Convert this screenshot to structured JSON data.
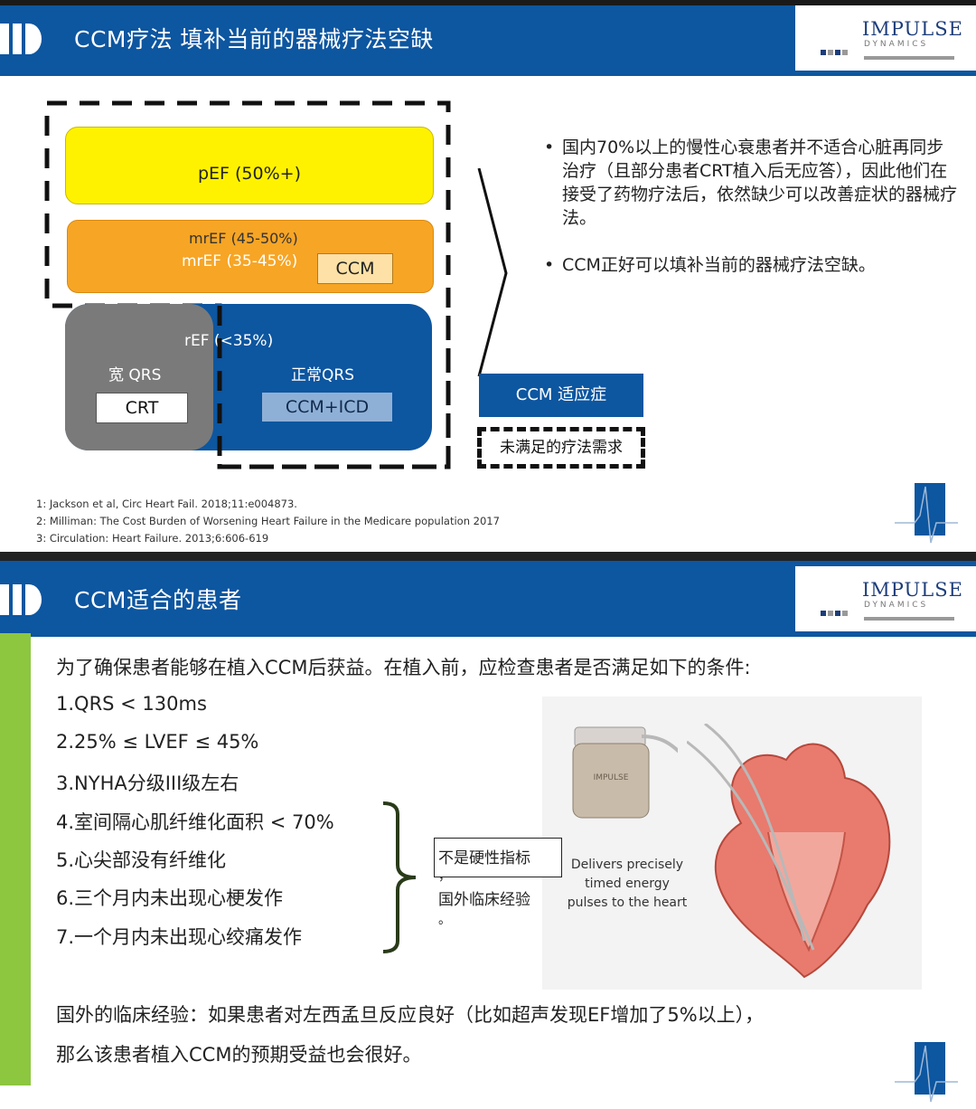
{
  "slide1": {
    "title": "CCM疗法 填补当前的器械疗法空缺",
    "logo": {
      "word": "IMPULSE",
      "sub": "DYNAMICS"
    },
    "pef": "pEF (50%+)",
    "mref_line1": "mrEF (45-50%)",
    "mref_line2": "mrEF (35-45%)",
    "ccm_box": "CCM",
    "ref": "rEF (<35%)",
    "wide_qrs": "宽 QRS",
    "crt": "CRT",
    "normal_qrs": "正常QRS",
    "ccm_icd": "CCM+ICD",
    "bullets": [
      "国内70%以上的慢性心衰患者并不适合心脏再同步治疗（且部分患者CRT植入后无应答），因此他们在接受了药物疗法后，依然缺少可以改善症状的器械疗法。",
      "CCM正好可以填补当前的器械疗法空缺。"
    ],
    "ccm_indication": "CCM 适应症",
    "unmet_need": "未满足的疗法需求",
    "references": [
      "1: Jackson et al, Circ Heart Fail. 2018;11:e004873.",
      "2: Milliman: The Cost Burden of Worsening Heart Failure in the Medicare population 2017",
      "3: Circulation: Heart Failure. 2013;6:606-619"
    ]
  },
  "slide2": {
    "title": "CCM适合的患者",
    "logo": {
      "word": "IMPULSE",
      "sub": "DYNAMICS"
    },
    "intro": "为了确保患者能够在植入CCM后获益。在植入前，应检查患者是否满足如下的条件:",
    "criteria": [
      "1.QRS < 130ms",
      "2.25% ≤ LVEF ≤ 45%",
      "3.NYHA分级III级左右",
      "4.室间隔心肌纤维化面积 < 70%",
      "5.心尖部没有纤维化",
      "6.三个月内未出现心梗发作",
      "7.一个月内未出现心绞痛发作"
    ],
    "note_line1": "不是硬性指标",
    "note_comma": "，",
    "note_line2": "国外临床经验",
    "note_period": "。",
    "device_label": "IMPULSE",
    "illus_caption": [
      "Delivers precisely",
      "timed energy",
      "pulses to the heart"
    ],
    "footer_line1": "国外的临床经验：如果患者对左西孟旦反应良好（比如超声发现EF增加了5%以上），",
    "footer_line2": "那么该患者植入CCM的预期受益也会很好。"
  },
  "colors": {
    "header_blue": "#0d56a0",
    "pef_yellow": "#fff200",
    "mref_orange": "#f7a525",
    "gray": "#7a7a7a",
    "green": "#8dc63f"
  }
}
